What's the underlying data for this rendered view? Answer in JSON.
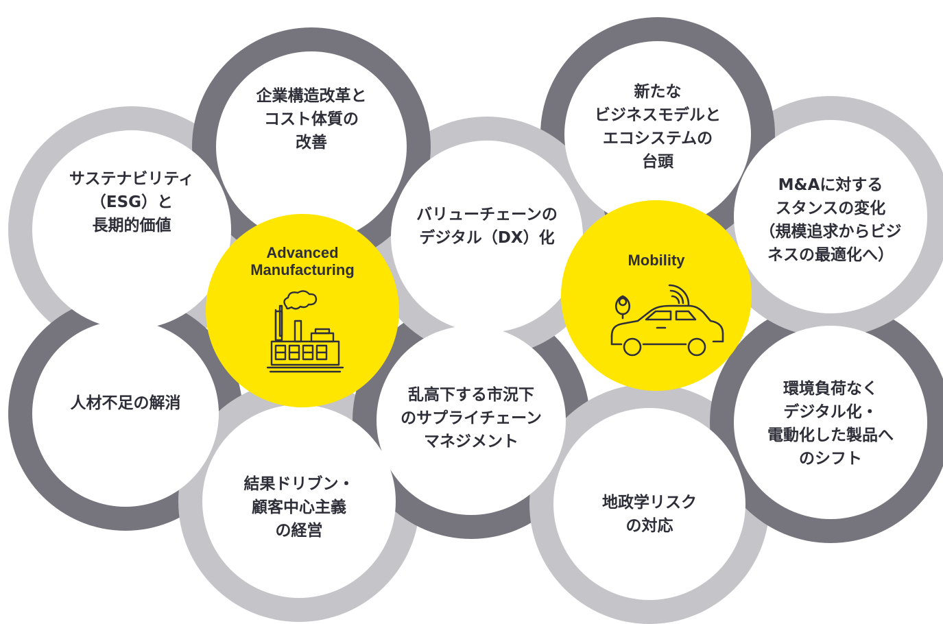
{
  "colors": {
    "ring_dark": "#76757d",
    "ring_light": "#c4c4c9",
    "hub": "#ffe600",
    "text": "#2e2e38"
  },
  "hubs": {
    "advanced_manufacturing": {
      "title": "Advanced\nManufacturing",
      "icon": "factory-icon"
    },
    "mobility": {
      "title": "Mobility",
      "icon": "connected-car-icon"
    }
  },
  "topics": {
    "corporate_restructuring": "企業構造改革と\nコスト体質の\n改善",
    "sustainability": "サステナビリティ\n（ESG）と\n長期的価値",
    "value_chain_dx": "バリューチェーンの\nデジタル（DX）化",
    "talent_shortage": "人材不足の解消",
    "supply_chain": "乱高下する市況下\nのサプライチェーン\nマネジメント",
    "results_driven": "結果ドリブン・\n顧客中心主義\nの経営",
    "new_business_models": "新たな\nビジネスモデルと\nエコシステムの\n台頭",
    "ma_stance": "M&Aに対する\nスタンスの変化\n（規模追求からビジ\nネスの最適化へ）",
    "eco_digital_shift": "環境負荷なく\nデジタル化・\n電動化した製品へ\nのシフト",
    "geopolitical_risk": "地政学リスク\nの対応"
  }
}
